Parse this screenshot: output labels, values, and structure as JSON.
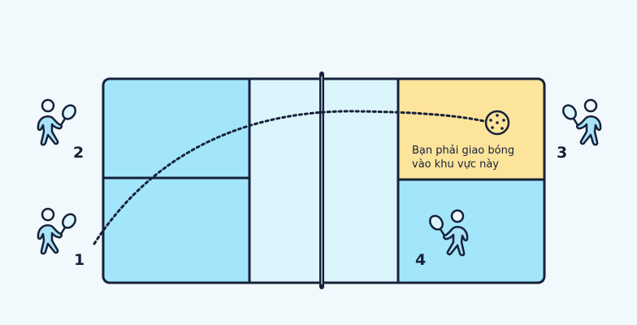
{
  "diagram": {
    "type": "pickleball-court-serve",
    "colors": {
      "background": "#f1f9fd",
      "service_court": "#a3e6fb",
      "kitchen": "#dcf4fc",
      "highlight": "#fde49b",
      "outline": "#16213a",
      "player_fill": "#a8e2f7"
    },
    "target_caption_line1": "Bạn phải giao bóng",
    "target_caption_line2": "vào khu vực này",
    "players": [
      {
        "number": "1",
        "side": "left",
        "position": "bottom"
      },
      {
        "number": "2",
        "side": "left",
        "position": "top"
      },
      {
        "number": "3",
        "side": "right",
        "position": "top"
      },
      {
        "number": "4",
        "side": "right",
        "position": "bottom"
      }
    ],
    "serve_path": {
      "from_player": "1",
      "to_zone": "right-top"
    },
    "ball_icon": "pickleball-icon"
  }
}
